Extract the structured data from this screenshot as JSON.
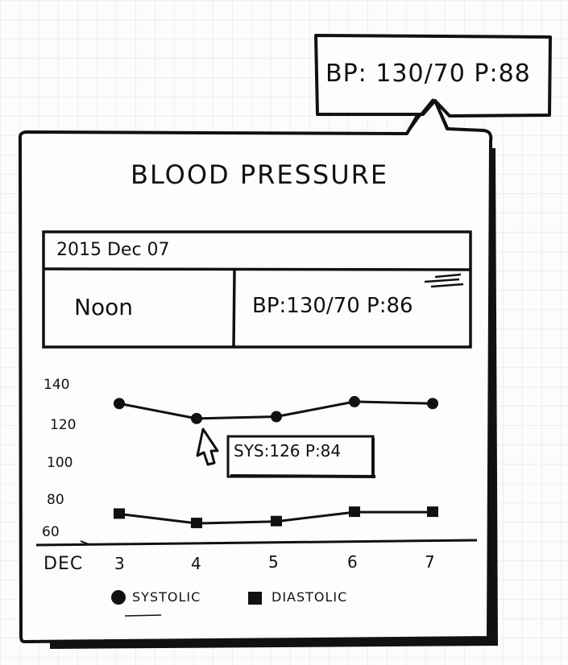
{
  "tooltip": {
    "text": "BP: 130/70  P:88"
  },
  "window": {
    "title": "BLOOD PRESSURE"
  },
  "reading": {
    "date": "2015 Dec 07",
    "name": "Noon",
    "value": "BP:130/70  P:86"
  },
  "hover_tip": {
    "text": "SYS:126  P:84"
  },
  "chart_data": {
    "type": "line",
    "x": [
      "3",
      "4",
      "5",
      "6",
      "7"
    ],
    "xlabel": "DEC",
    "ylabel": "",
    "ylim": [
      60,
      140
    ],
    "yticks": [
      "140",
      "120",
      "100",
      "80",
      "60"
    ],
    "series": [
      {
        "name": "SYSTOLIC",
        "marker": "circle",
        "values": [
          130,
          122,
          123,
          131,
          130
        ]
      },
      {
        "name": "DIASTOLIC",
        "marker": "square",
        "values": [
          71,
          66,
          67,
          72,
          72
        ]
      }
    ],
    "legend": "bottom",
    "grid": false
  },
  "legend": {
    "systolic": "SYSTOLIC",
    "diastolic": "DIASTOLIC"
  }
}
